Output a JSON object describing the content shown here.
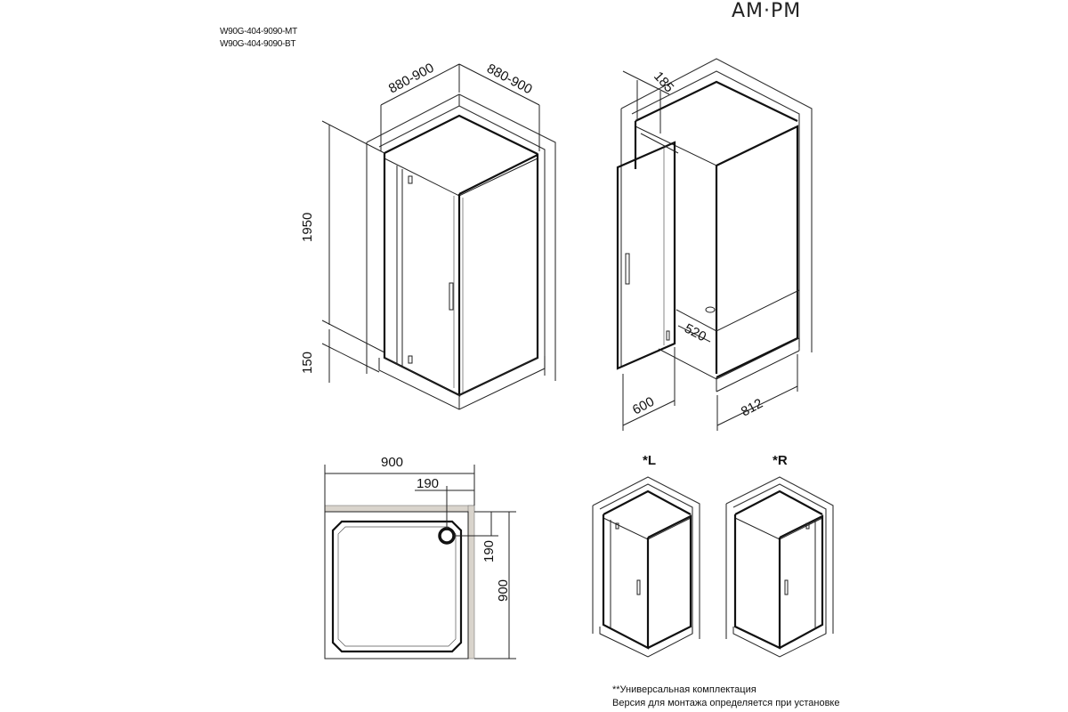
{
  "header": {
    "model_codes": [
      "W90G-404-9090-MT",
      "W90G-404-9090-BT"
    ],
    "brand": "AM·PM"
  },
  "dimensions": {
    "width_left": "880-900",
    "width_right": "880-900",
    "height": "1950",
    "tray_height": "150",
    "handle_offset": "185",
    "door_width": "600",
    "clear_opening": "520",
    "side_width": "812",
    "tray_width": "900",
    "tray_depth": "900",
    "drain_offset_x": "190",
    "drain_offset_y": "190"
  },
  "variants": {
    "left_label": "*L",
    "right_label": "*R"
  },
  "footnote": {
    "line1": "**Универсальная комплектация",
    "line2": "Версия для монтажа определяется при установке"
  }
}
